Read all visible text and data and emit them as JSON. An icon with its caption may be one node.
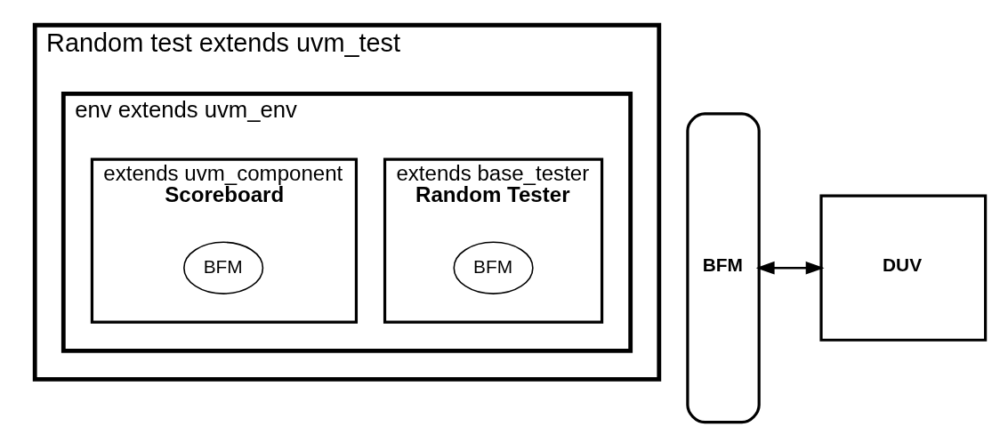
{
  "diagram": {
    "nodes": [
      {
        "text": [
          "Random test extends uvm_test"
        ]
      },
      {
        "text": [
          "env extends uvm_env"
        ],
        "in": 0
      },
      {
        "text": [
          "extends base_tester",
          "Random Tester"
        ],
        "in": 1
      },
      {
        "text": [
          "BFM"
        ],
        "in": 2
      },
      {
        "text": [
          "extends uvm_component",
          "Scoreboard"
        ],
        "in": 1
      },
      {
        "text": [
          "BFM"
        ],
        "in": 4
      },
      {
        "text": [
          "BFM"
        ]
      },
      {
        "text": [
          "DUV"
        ]
      }
    ],
    "edges": [
      {
        "from": 6,
        "to": 7,
        "arrow": "both"
      }
    ]
  }
}
